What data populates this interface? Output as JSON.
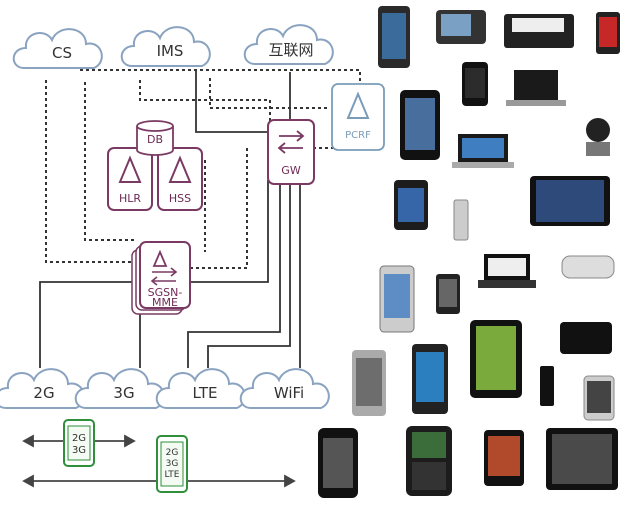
{
  "clouds": {
    "cs": "CS",
    "ims": "IMS",
    "internet": "互联网",
    "g2": "2G",
    "g3": "3G",
    "lte": "LTE",
    "wifi": "WiFi"
  },
  "nodes": {
    "pcrf": "PCRF",
    "db": "DB",
    "gw": "GW",
    "hlr": "HLR",
    "hss": "HSS",
    "sgsn_mme_line1": "SGSN-",
    "sgsn_mme_line2": "MME"
  },
  "handsets": {
    "dual_line1": "2G",
    "dual_line2": "3G",
    "tri_line1": "2G",
    "tri_line2": "3G",
    "tri_line3": "LTE"
  },
  "colors": {
    "node_border": "#7a3a63",
    "pcrf_border": "#7a9cb8",
    "cloud_border": "#8aa3c0",
    "link": "#333333",
    "handset_green": "#2f8f3a"
  }
}
